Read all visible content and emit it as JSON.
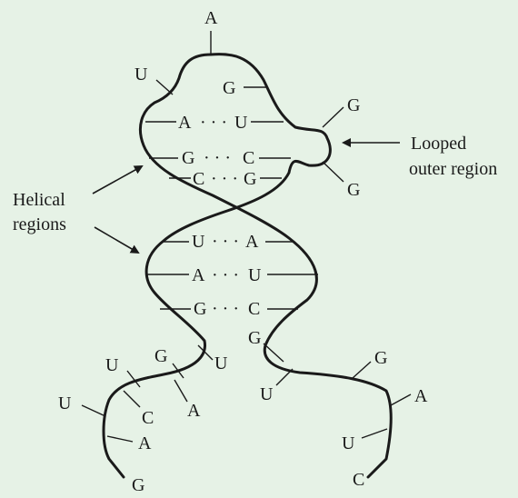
{
  "colors": {
    "background": "#e6f2e6",
    "stroke": "#1a1a1a"
  },
  "top_base": "A",
  "loop_bases": {
    "u_left": "U",
    "g_inner": "G",
    "g_right_top": "G",
    "g_right_bottom": "G"
  },
  "base_pairs": [
    {
      "left": "A",
      "right": "U"
    },
    {
      "left": "G",
      "right": "C"
    },
    {
      "left": "C",
      "right": "G"
    },
    {
      "left": "U",
      "right": "A"
    },
    {
      "left": "A",
      "right": "U"
    },
    {
      "left": "G",
      "right": "C"
    }
  ],
  "pair_dots": "· · ·",
  "left_tail_bases": [
    "G",
    "U",
    "U",
    "U",
    "C",
    "A",
    "A",
    "G"
  ],
  "right_tail_bases": [
    "G",
    "U",
    "G",
    "A",
    "U",
    "C"
  ],
  "labels": {
    "looped_line1": "Looped",
    "looped_line2": "outer region",
    "helical_line1": "Helical",
    "helical_line2": "regions"
  }
}
